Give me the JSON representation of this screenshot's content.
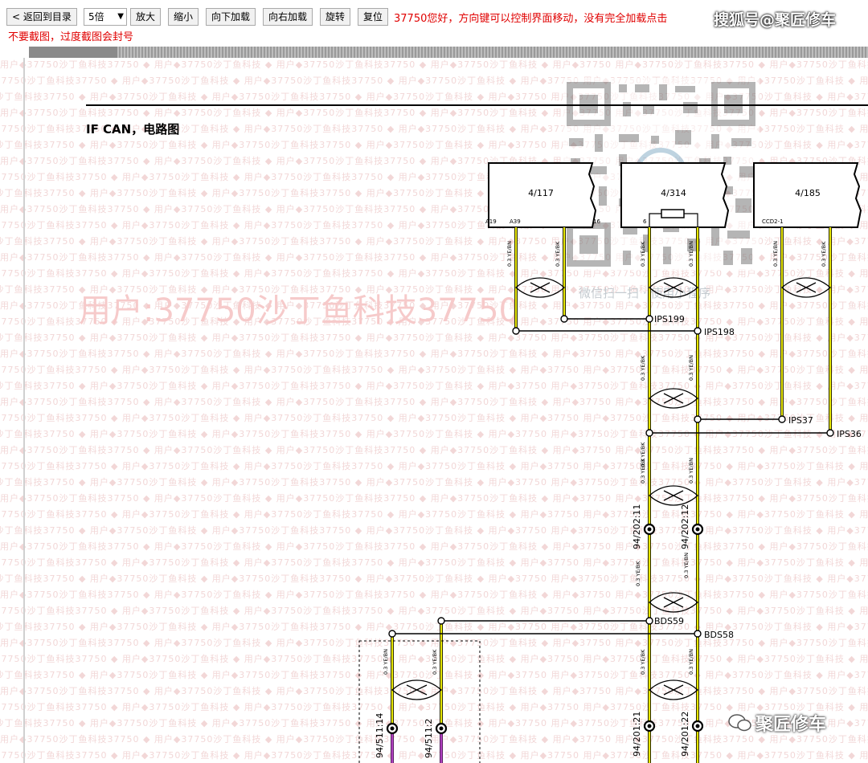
{
  "toolbar": {
    "back_label": "< 返回到目录",
    "zoom_select": "5倍",
    "zoom_in_label": "放大",
    "zoom_out_label": "缩小",
    "load_down_label": "向下加载",
    "load_right_label": "向右加载",
    "rotate_label": "旋转",
    "reset_label": "复位",
    "notice_text": "37750您好，方向键可以控制界面移动，没有完全加载点击",
    "warning_text": "不要截图，过度截图会封号"
  },
  "watermark": {
    "brand_top": "搜狐号@聚匠修车",
    "big_text": "用户:37750沙丁鱼科技37750",
    "mini_program": "微信扫一扫 · 使用小程序",
    "repeat_text": "用户◆37750沙丁鱼科技37750 ◆ 用户◆37750沙丁鱼科技 ◆ 用户◆37750沙丁鱼科技37750 ◆ 用户◆37750沙丁鱼科技 ◆ 用户◆37750",
    "brand_bottom": "聚匠修车"
  },
  "diagram": {
    "title": "IF CAN，电路图",
    "components": [
      {
        "id": "4/117",
        "pins": [
          "A19",
          "A39",
          "16"
        ]
      },
      {
        "id": "4/314",
        "pins": [
          "6"
        ]
      },
      {
        "id": "4/185",
        "pins": [
          "CCD2-1"
        ]
      }
    ],
    "wire_labels": {
      "yebn": "0.3 YE/BN",
      "yebk": "0.3 YE/BK"
    },
    "splices": [
      "IPS199",
      "IPS198",
      "IPS37",
      "IPS36",
      "BDS59",
      "BDS58"
    ],
    "connectors": [
      "94/202:11",
      "94/202:12",
      "94/201:21",
      "94/201:22",
      "94/511:14",
      "94/511:2"
    ],
    "colors": {
      "can_wire": "#e6e600",
      "purple_wire": "#b040c0",
      "notice_red": "#e00000"
    }
  }
}
